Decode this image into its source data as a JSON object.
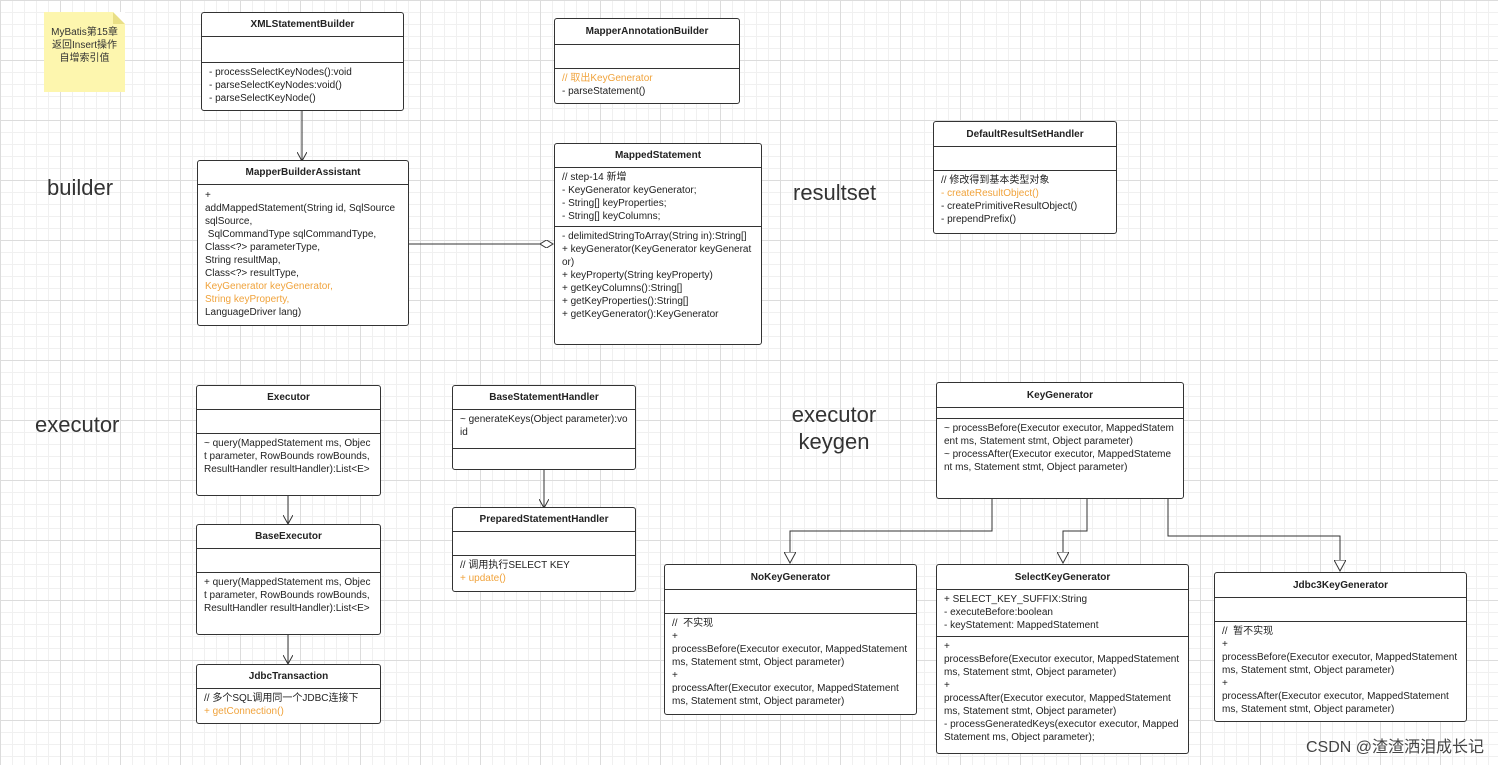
{
  "note": {
    "text": "MyBatis第15章返回Insert操作自增索引值"
  },
  "packages": {
    "builder": "builder",
    "resultset": "resultset",
    "executor": "executor",
    "executor_keygen_line1": "executor",
    "executor_keygen_line2": "keygen"
  },
  "classes": {
    "xml_statement_builder": {
      "name": "XMLStatementBuilder",
      "methods": [
        "- processSelectKeyNodes():void",
        "- parseSelectKeyNodes:void()",
        "- parseSelectKeyNode()"
      ]
    },
    "mapper_annotation_builder": {
      "name": "MapperAnnotationBuilder",
      "methods": [
        "// 取出KeyGenerator",
        "- parseStatement()"
      ]
    },
    "mapper_builder_assistant": {
      "name": "MapperBuilderAssistant",
      "methods": [
        "+",
        "addMappedStatement(String id, SqlSource sqlSource,",
        " SqlCommandType sqlCommandType,",
        "Class<?> parameterType,",
        "String resultMap,",
        "Class<?> resultType,",
        "KeyGenerator keyGenerator,",
        "String keyProperty,",
        "LanguageDriver lang)"
      ]
    },
    "mapped_statement": {
      "name": "MappedStatement",
      "fields": [
        "// step-14 新增",
        "- KeyGenerator keyGenerator;",
        "- String[] keyProperties;",
        "- String[] keyColumns;"
      ],
      "methods": [
        "- delimitedStringToArray(String in):String[]",
        "+ keyGenerator(KeyGenerator keyGenerator)",
        "+ keyProperty(String keyProperty)",
        "+ getKeyColumns():String[]",
        "+ getKeyProperties():String[]",
        "+ getKeyGenerator():KeyGenerator"
      ]
    },
    "default_result_set_handler": {
      "name": "DefaultResultSetHandler",
      "methods": [
        "// 修改得到基本类型对象",
        "- createResultObject()",
        "- createPrimitiveResultObject()",
        "- prependPrefix()"
      ]
    },
    "executor": {
      "name": "Executor",
      "methods": [
        "~ query(MappedStatement ms, Object parameter, RowBounds rowBounds, ResultHandler resultHandler):List<E>"
      ]
    },
    "base_executor": {
      "name": "BaseExecutor",
      "methods": [
        "+ query(MappedStatement ms, Object parameter, RowBounds rowBounds, ResultHandler resultHandler):List<E>"
      ]
    },
    "jdbc_transaction": {
      "name": "JdbcTransaction",
      "methods": [
        "// 多个SQL调用同一个JDBC连接下",
        "+ getConnection()"
      ]
    },
    "base_statement_handler": {
      "name": "BaseStatementHandler",
      "methods": [
        "~ generateKeys(Object parameter):void"
      ]
    },
    "prepared_statement_handler": {
      "name": "PreparedStatementHandler",
      "methods": [
        "// 调用执行SELECT KEY",
        "+ update()"
      ]
    },
    "key_generator": {
      "name": "KeyGenerator",
      "methods": [
        "~ processBefore(Executor executor, MappedStatement ms, Statement stmt, Object parameter)",
        "~ processAfter(Executor executor, MappedStatement ms, Statement stmt, Object parameter)"
      ]
    },
    "no_key_generator": {
      "name": "NoKeyGenerator",
      "methods": [
        "//  不实现",
        "+",
        "processBefore(Executor executor, MappedStatement ms, Statement stmt, Object parameter)",
        "+",
        "processAfter(Executor executor, MappedStatement ms, Statement stmt, Object parameter)"
      ]
    },
    "select_key_generator": {
      "name": "SelectKeyGenerator",
      "fields": [
        "+ SELECT_KEY_SUFFIX:String",
        "- executeBefore:boolean",
        "- keyStatement: MappedStatement"
      ],
      "methods": [
        "+",
        "processBefore(Executor executor, MappedStatement ms, Statement stmt, Object parameter)",
        "+",
        "processAfter(Executor executor, MappedStatement ms, Statement stmt, Object parameter)",
        "- processGeneratedKeys(executor executor, MappedStatement ms, Object parameter);"
      ]
    },
    "jdbc3_key_generator": {
      "name": "Jdbc3KeyGenerator",
      "methods": [
        "//  暂不实现",
        "+",
        "processBefore(Executor executor, MappedStatement ms, Statement stmt, Object parameter)",
        "+",
        "processAfter(Executor executor, MappedStatement ms, Statement stmt, Object parameter)"
      ]
    }
  },
  "colors": {
    "highlight": "#f0a33c",
    "border": "#333333",
    "note_bg": "#fdf6ae"
  },
  "watermark": "CSDN @渣渣洒泪成长记"
}
